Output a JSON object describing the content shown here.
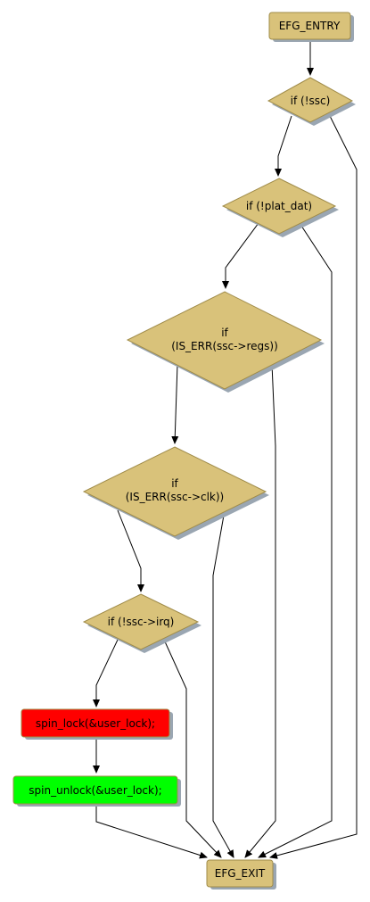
{
  "diagram": {
    "nodes": {
      "entry": {
        "label": "EFG_ENTRY"
      },
      "check_ssc": {
        "label": "if (!ssc)"
      },
      "check_plat_dat": {
        "label": "if (!plat_dat)"
      },
      "check_regs": {
        "line1": "if",
        "line2": "(IS_ERR(ssc->regs))"
      },
      "check_clk": {
        "line1": "if",
        "line2": "(IS_ERR(ssc->clk))"
      },
      "check_irq": {
        "label": "if (!ssc->irq)"
      },
      "spin_lock": {
        "label": "spin_lock(&user_lock);"
      },
      "spin_unlock": {
        "label": "spin_unlock(&user_lock);"
      },
      "exit": {
        "label": "EFG_EXIT"
      }
    },
    "colors": {
      "node_fill": "#d9c27a",
      "node_border": "#a08c4a",
      "shadow": "#9aa6b2",
      "lock_fill": "#ff0000",
      "unlock_fill": "#00ff00",
      "edge": "#000000"
    }
  }
}
